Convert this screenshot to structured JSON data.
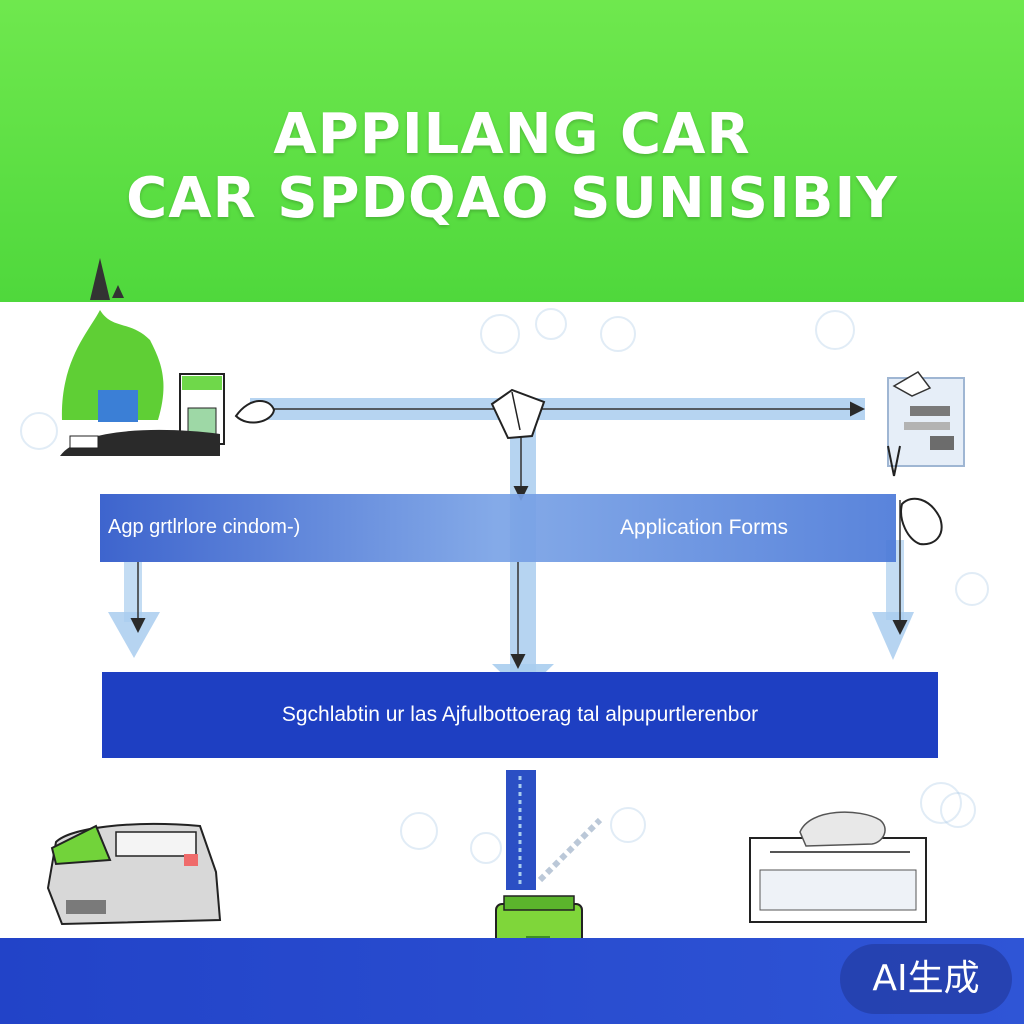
{
  "header": {
    "title_line_1": "APPILANG CAR",
    "title_line_2": "CAR SPDQAO SUNISIBIY"
  },
  "flow": {
    "top_band_left_label": "Agp grtlrlore cindom‑)",
    "top_band_right_label": "Application Forms",
    "main_band_label": "Sgchlabtin ur las Ajfulbottoerag tal alpupurtlerenbor"
  },
  "badge": {
    "label": "AI生成"
  },
  "colors": {
    "header_green": "#5ede42",
    "band_blue": "#1e3fc2",
    "light_blue": "#a9cdee",
    "footer_blue": "#2747cc",
    "accent_green": "#7fd63a"
  },
  "icons": [
    "plant-station-icon",
    "office-document-icon",
    "car-icon",
    "printer-form-icon",
    "green-machine-icon",
    "tag-icon"
  ]
}
